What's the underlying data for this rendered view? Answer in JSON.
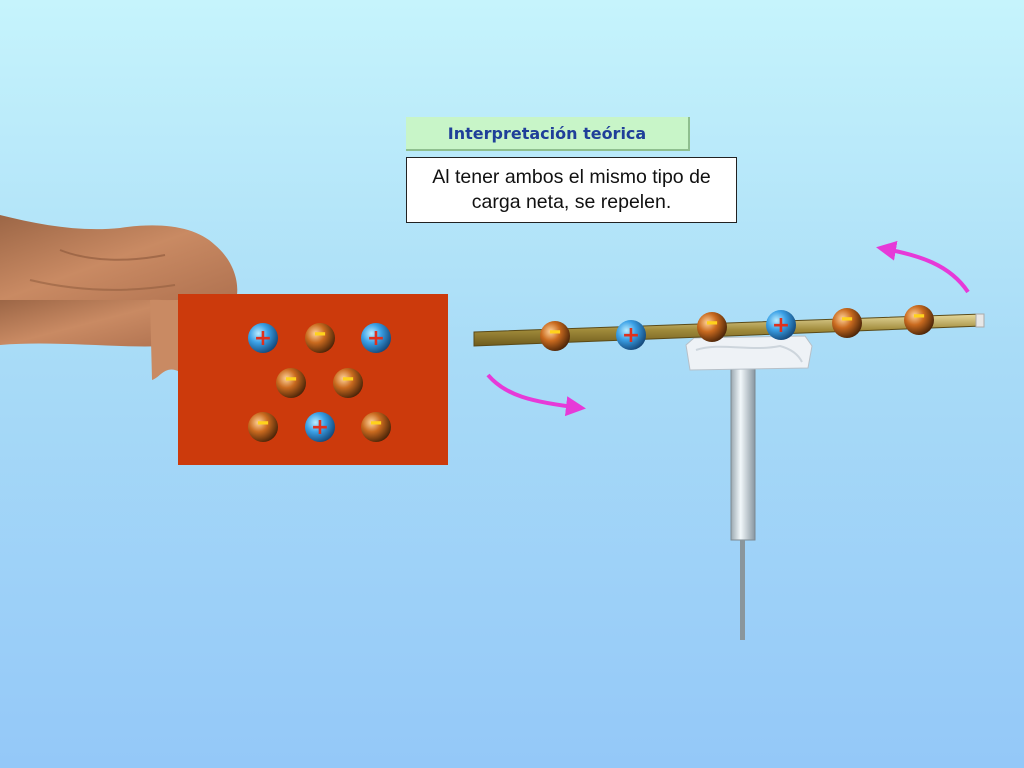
{
  "heading": "Interpretación teórica",
  "caption": "Al tener ambos el mismo tipo de carga neta, se repelen.",
  "colors": {
    "plate": "#cc3a0c",
    "positive_charge": "#3aa0e6",
    "negative_charge": "#c96a1f",
    "arrow": "#e63ad8",
    "skin": "#c98a63",
    "rod": "#a08a3a"
  },
  "symbols": {
    "positive": "+",
    "negative": "–"
  },
  "plate_charges": {
    "row1": [
      "positive",
      "negative",
      "positive"
    ],
    "row2": [
      "negative",
      "negative"
    ],
    "row3": [
      "negative",
      "positive",
      "negative"
    ]
  },
  "rod_charges": [
    "negative",
    "positive",
    "negative",
    "positive",
    "negative",
    "negative"
  ]
}
